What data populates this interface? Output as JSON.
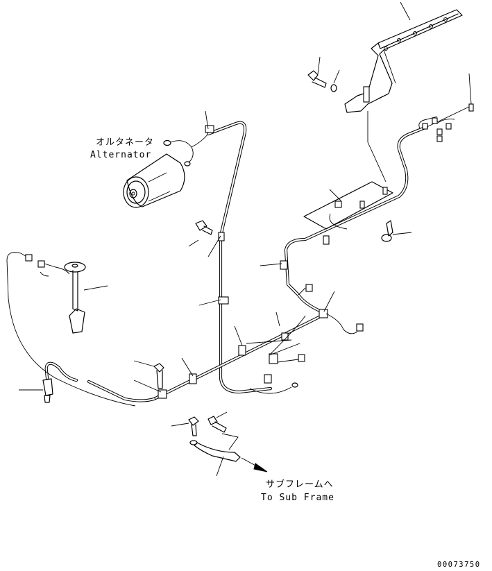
{
  "labels": {
    "alternator_jp": "オルタネータ",
    "alternator_en": "Alternator",
    "subframe_jp": "サブフレームへ",
    "subframe_en": "To Sub Frame",
    "drawing_code": "00073750"
  },
  "colors": {
    "line": "#000000",
    "background": "#ffffff"
  }
}
